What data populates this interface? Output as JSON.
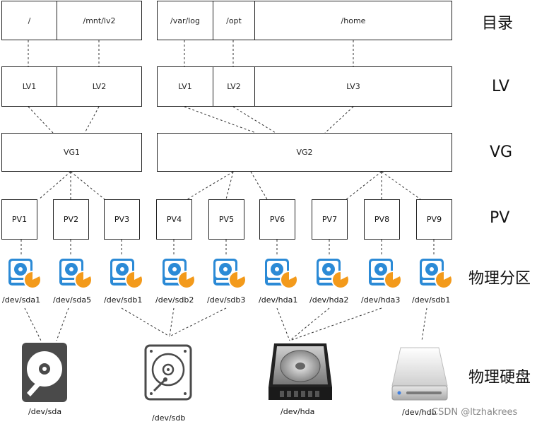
{
  "layers": {
    "dir": "目录",
    "lv": "LV",
    "vg": "VG",
    "pv": "PV",
    "partition": "物理分区",
    "disk": "物理硬盘"
  },
  "dirs": {
    "root": "/",
    "mnt": "/mnt/lv2",
    "varlog": "/var/log",
    "opt": "/opt",
    "home": "/home"
  },
  "lvs": {
    "g1_lv1": "LV1",
    "g1_lv2": "LV2",
    "g2_lv1": "LV1",
    "g2_lv2": "LV2",
    "g2_lv3": "LV3"
  },
  "vgs": {
    "vg1": "VG1",
    "vg2": "VG2"
  },
  "pvs": [
    "PV1",
    "PV2",
    "PV3",
    "PV4",
    "PV5",
    "PV6",
    "PV7",
    "PV8",
    "PV9"
  ],
  "partitions": [
    "/dev/sda1",
    "/dev/sda5",
    "/dev/sdb1",
    "/dev/sdb2",
    "/dev/sdb3",
    "/dev/hda1",
    "/dev/hda2",
    "/dev/hda3",
    "/dev/sdb1"
  ],
  "disks": [
    "/dev/sda",
    "/dev/sdb",
    "/dev/hda",
    "/dev/hdb"
  ],
  "watermark": "CSDN @ltzhakrees",
  "icons": {
    "partition": "disk-partition-icon",
    "sda": "hard-disk-icon",
    "sdb": "hard-disk-outline-icon",
    "hda": "hard-drive-metal-icon",
    "hdb": "external-drive-icon"
  },
  "colors": {
    "partition_blue": "#2b8ad6",
    "partition_orange": "#f39a1b",
    "disk_dark": "#4a4a4a",
    "line": "#333333"
  }
}
